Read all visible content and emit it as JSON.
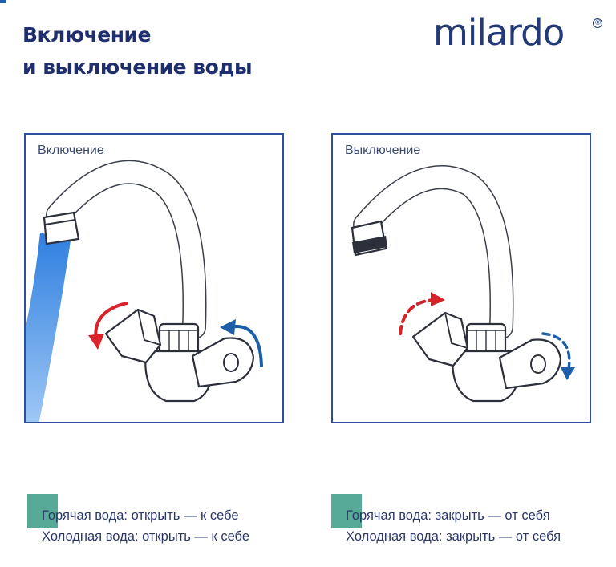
{
  "title": {
    "line1": "Включение",
    "line2": "и выключение воды"
  },
  "brand": {
    "name": "milardo",
    "registered": "®"
  },
  "panels": [
    {
      "label": "Включение"
    },
    {
      "label": "Выключение"
    }
  ],
  "instructions": {
    "on": {
      "hot": "Горячая вода: открыть — к себе",
      "cold": "Холодная вода: открыть — к себе"
    },
    "off": {
      "hot": "Горячая вода: закрыть — от себя",
      "cold": "Холодная вода: закрыть — от себя"
    }
  },
  "colors": {
    "hot_arrow": "#d8232a",
    "cold_arrow": "#1d5ea8",
    "water": "#4a90e2",
    "marker": "#4ea592",
    "frame": "#2e4f9c"
  }
}
